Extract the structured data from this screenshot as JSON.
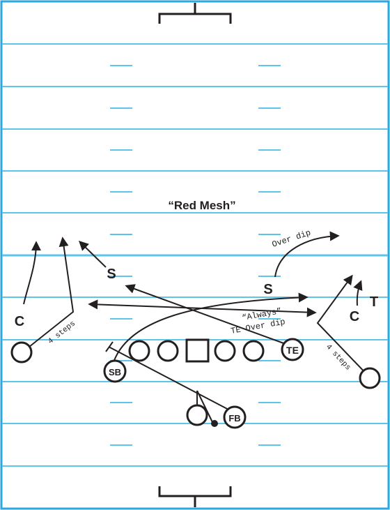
{
  "play": {
    "title": "“Red Mesh”"
  },
  "defense": {
    "corner_left": "C",
    "corner_right": "C",
    "safety_left": "S",
    "safety_right": "S",
    "tackle": "T"
  },
  "offense": {
    "slotback": "SB",
    "fullback": "FB",
    "tight_end": "TE"
  },
  "annotations": {
    "steps_left": "4 steps",
    "steps_right": "4 steps",
    "always": "“Always”",
    "te_over_dip": "TE Over dip",
    "over_dip": "Over dip"
  },
  "colors": {
    "yard_line": "#5bc5ec",
    "border": "#29a9e1",
    "ink": "#231f20"
  }
}
